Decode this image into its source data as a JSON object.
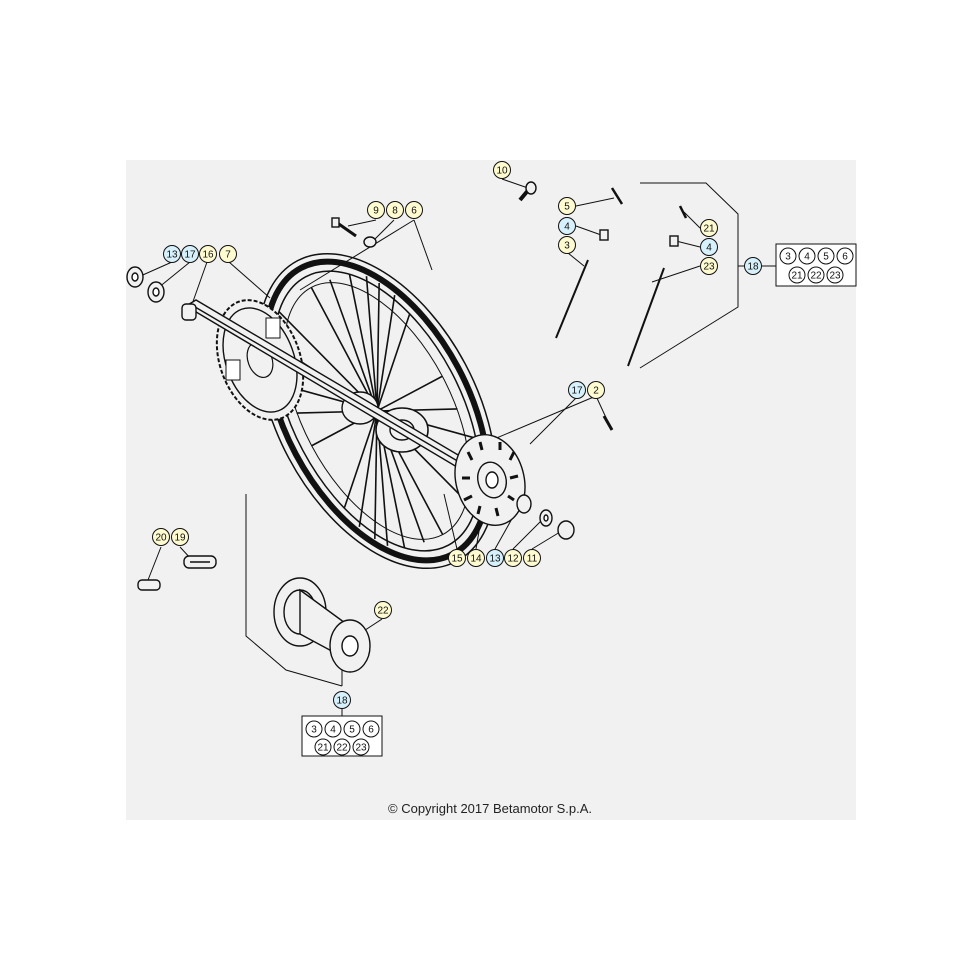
{
  "copyright": "© Copyright 2017 Betamotor S.p.A.",
  "colors": {
    "yellow": "#fffbd0",
    "blue": "#d6f1fb",
    "line": "#111111",
    "panel": "#f1f1f1"
  },
  "callouts": {
    "c10": "10",
    "c5": "5",
    "c4a": "4",
    "c3": "3",
    "c9": "9",
    "c8": "8",
    "c6": "6",
    "c13a": "13",
    "c17a": "17",
    "c16": "16",
    "c7": "7",
    "c21": "21",
    "c4b": "4",
    "c23": "23",
    "c18a": "18",
    "c17b": "17",
    "c2": "2",
    "c15": "15",
    "c14": "14",
    "c13b": "13",
    "c12": "12",
    "c11": "11",
    "c20": "20",
    "c19": "19",
    "c22": "22",
    "c18b": "18"
  },
  "kit_right": {
    "row1": [
      "3",
      "4",
      "5",
      "6"
    ],
    "row2": [
      "21",
      "22",
      "23"
    ]
  },
  "kit_bottom": {
    "row1": [
      "3",
      "4",
      "5",
      "6"
    ],
    "row2": [
      "21",
      "22",
      "23"
    ]
  }
}
